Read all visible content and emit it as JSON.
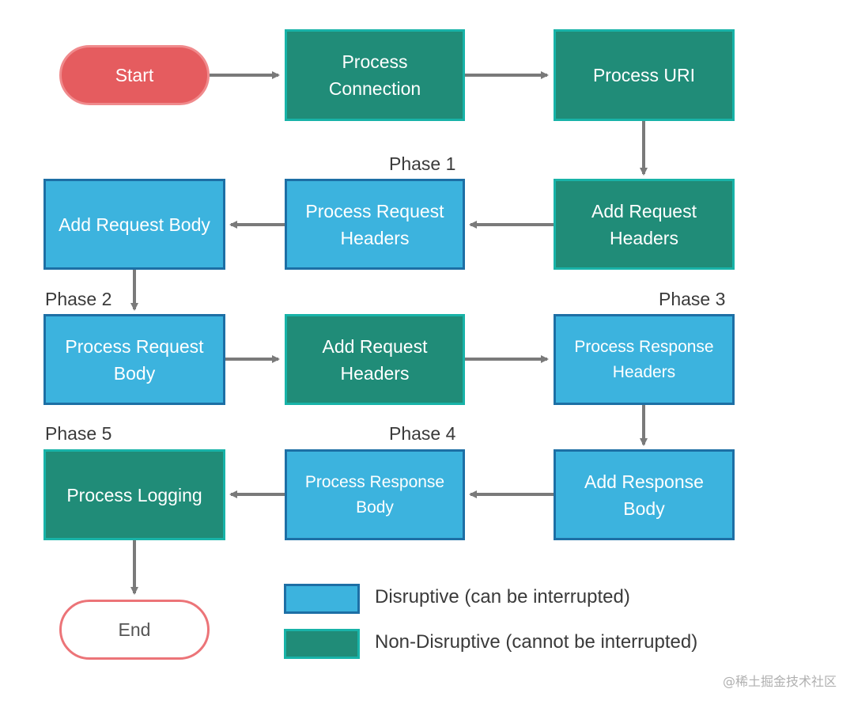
{
  "nodes": {
    "start": "Start",
    "process_connection": "Process Connection",
    "process_uri": "Process URI",
    "add_request_headers_1": "Add Request Headers",
    "process_request_headers": "Process Request Headers",
    "add_request_body": "Add Request Body",
    "process_request_body": "Process Request Body",
    "add_request_headers_2": "Add Request Headers",
    "process_response_headers": "Process Response Headers",
    "add_response_body": "Add Response Body",
    "process_response_body": "Process Response Body",
    "process_logging": "Process Logging",
    "end": "End"
  },
  "phases": {
    "phase1": "Phase 1",
    "phase2": "Phase 2",
    "phase3": "Phase 3",
    "phase4": "Phase 4",
    "phase5": "Phase 5"
  },
  "legend": {
    "disruptive": "Disruptive (can be interrupted)",
    "non_disruptive": "Non-Disruptive (cannot be interrupted)"
  },
  "colors": {
    "disruptive": "#3cb3de",
    "non_disruptive": "#208c78",
    "start": "#e55c5f",
    "arrow": "#7a7a7a"
  },
  "watermark": "@稀土掘金技术社区"
}
